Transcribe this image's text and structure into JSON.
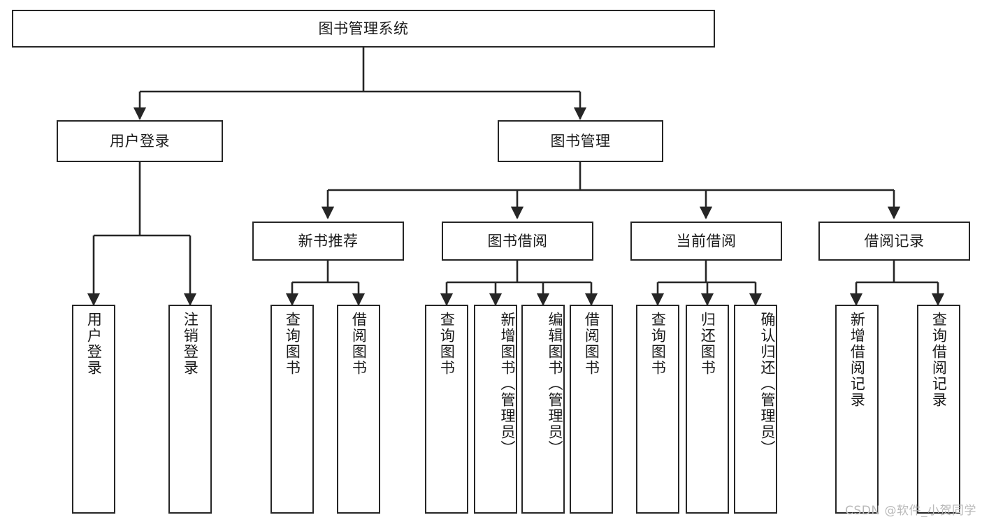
{
  "diagram": {
    "title_node": {
      "label": "图书管理系统"
    },
    "level2": [
      {
        "id": "user-login",
        "label": "用户登录"
      },
      {
        "id": "book-manage",
        "label": "图书管理"
      }
    ],
    "level3": [
      {
        "id": "new-book-recommend",
        "label": "新书推荐"
      },
      {
        "id": "book-borrow",
        "label": "图书借阅"
      },
      {
        "id": "current-borrow",
        "label": "当前借阅"
      },
      {
        "id": "borrow-record",
        "label": "借阅记录"
      }
    ],
    "leaves": {
      "user_login": [
        {
          "id": "leaf-user-login",
          "label": "用户登录"
        },
        {
          "id": "leaf-logout-login",
          "label": "注销登录"
        }
      ],
      "new_book_recommend": [
        {
          "id": "leaf-query-book-1",
          "label": "查询图书"
        },
        {
          "id": "leaf-borrow-book-1",
          "label": "借阅图书"
        }
      ],
      "book_borrow": [
        {
          "id": "leaf-query-book-2",
          "label": "查询图书"
        },
        {
          "id": "leaf-add-book",
          "label": "新增图书（管理员）"
        },
        {
          "id": "leaf-edit-book",
          "label": "编辑图书（管理员）"
        },
        {
          "id": "leaf-borrow-book-2",
          "label": "借阅图书"
        }
      ],
      "current_borrow": [
        {
          "id": "leaf-query-book-3",
          "label": "查询图书"
        },
        {
          "id": "leaf-return-book",
          "label": "归还图书"
        },
        {
          "id": "leaf-confirm-return",
          "label": "确认归还（管理员）"
        }
      ],
      "borrow_record": [
        {
          "id": "leaf-add-borrow-record",
          "label": "新增借阅记录"
        },
        {
          "id": "leaf-query-borrow-record",
          "label": "查询借阅记录"
        }
      ]
    }
  },
  "watermark": {
    "text": "CSDN @软件_小贺同学"
  },
  "colors": {
    "stroke": "#262626",
    "box_fill": "#ffffff",
    "text": "#1a1a1a",
    "watermark": "#b9b9b9",
    "background": "#ffffff"
  }
}
